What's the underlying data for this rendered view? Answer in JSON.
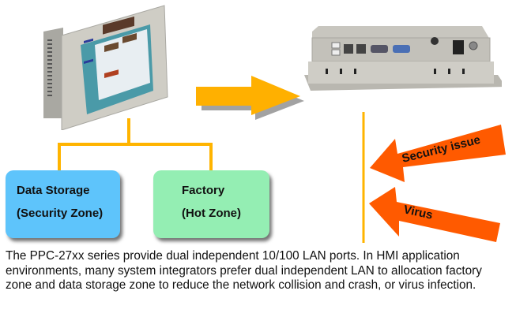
{
  "diagram": {
    "devices": {
      "front": {
        "name": "panel-pc-front"
      },
      "back": {
        "name": "panel-pc-rear-io"
      }
    },
    "zones": [
      {
        "line1": "Data Storage",
        "line2": "(Security Zone)",
        "color": "#5ec4fb"
      },
      {
        "line1": "Factory",
        "line2": "(Hot Zone)",
        "color": "#94eeb3"
      }
    ],
    "threats": [
      {
        "label": "Security issue",
        "color": "#ff5a00"
      },
      {
        "label": "Virus",
        "color": "#ff5a00"
      }
    ],
    "connector_color": "#ffb400",
    "arrow_color": "#ffb000"
  },
  "caption": "The PPC-27xx series provide dual independent 10/100 LAN ports. In HMI application environments, many system integrators prefer dual independent LAN to allocation factory zone and data storage zone to reduce the network collision and crash, or virus infection."
}
